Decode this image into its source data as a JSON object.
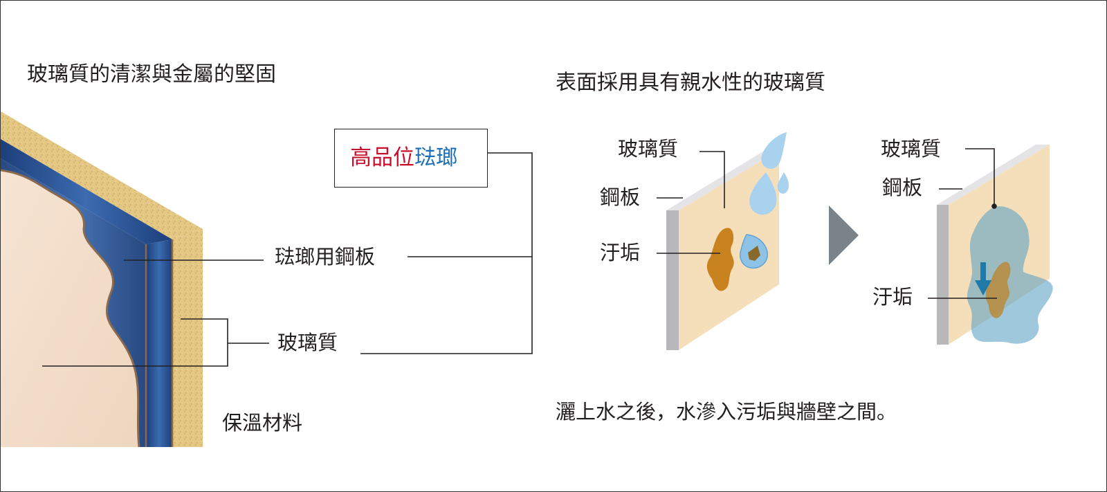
{
  "left_panel": {
    "title": "玻璃質的清潔與金屬的堅固",
    "brand_high_quality": "高品位",
    "brand_enamel": "琺瑯",
    "label_enamel_steel": "琺瑯用鋼板",
    "label_glass": "玻璃質",
    "label_insulation": "保溫材料"
  },
  "right_panel": {
    "title": "表面採用具有親水性的玻璃質",
    "before": {
      "label_glass": "玻璃質",
      "label_steel": "鋼板",
      "label_dirt": "汙垢"
    },
    "after": {
      "label_glass": "玻璃質",
      "label_steel": "鋼板",
      "label_dirt": "汙垢"
    },
    "caption": "灑上水之後，水滲入污垢與牆壁之間。"
  },
  "colors": {
    "enamel_blue": "#2e5a9c",
    "insulation_yellow": "#e3c783",
    "panel_cream": "#f5dfba",
    "steel_gray": "#c9c9cc",
    "dirt_brown": "#c8831f",
    "water_blue": "#8fc3e6",
    "arrow_gray": "#7b838a",
    "brand_red": "#c8102e",
    "brand_blue": "#1a6fb8"
  }
}
